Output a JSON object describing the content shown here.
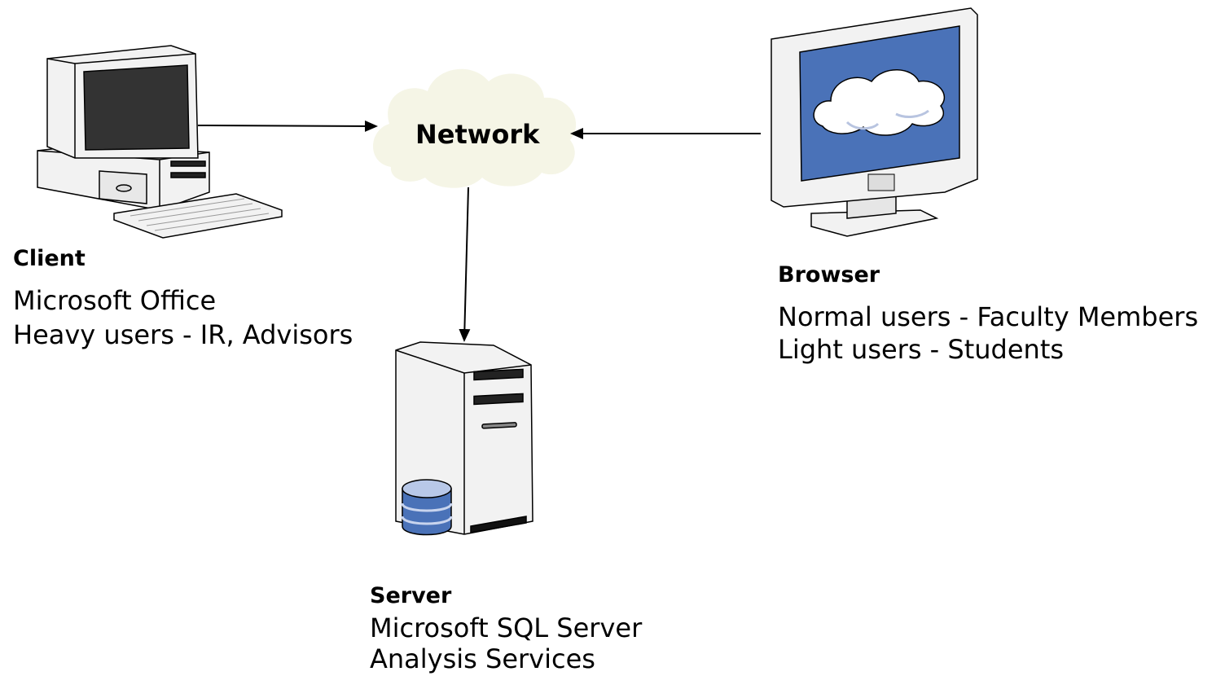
{
  "network": {
    "label": "Network"
  },
  "client": {
    "title": "Client",
    "lines": [
      "Microsoft Office",
      "Heavy users - IR, Advisors"
    ]
  },
  "browser": {
    "title": "Browser",
    "lines": [
      "Normal users - Faculty Members",
      "Light users - Students"
    ]
  },
  "server": {
    "title": "Server",
    "lines": [
      "Microsoft SQL Server",
      "Analysis Services"
    ]
  },
  "colors": {
    "cloud_fill": "#f5f5e6",
    "screen_blue": "#4a72b8",
    "db_blue": "#4a72b8",
    "device_body": "#f2f2f2",
    "outline": "#000000"
  },
  "icons": [
    "desktop-computer-icon",
    "network-cloud-icon",
    "monitor-icon",
    "server-tower-icon",
    "database-icon"
  ]
}
